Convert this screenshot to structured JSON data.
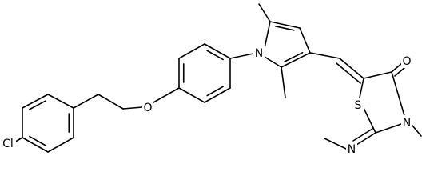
{
  "molecule": {
    "atom_labels": {
      "chlorine": "Cl",
      "ether_oxygen": "O",
      "pyrrole_nitrogen": "N",
      "carbonyl_oxygen": "O",
      "ring_sulfur": "S",
      "ring_nitrogen": "N",
      "imine_nitrogen": "N"
    },
    "colors": {
      "bond": "#000000",
      "label": "#000000",
      "background": "#ffffff"
    }
  }
}
